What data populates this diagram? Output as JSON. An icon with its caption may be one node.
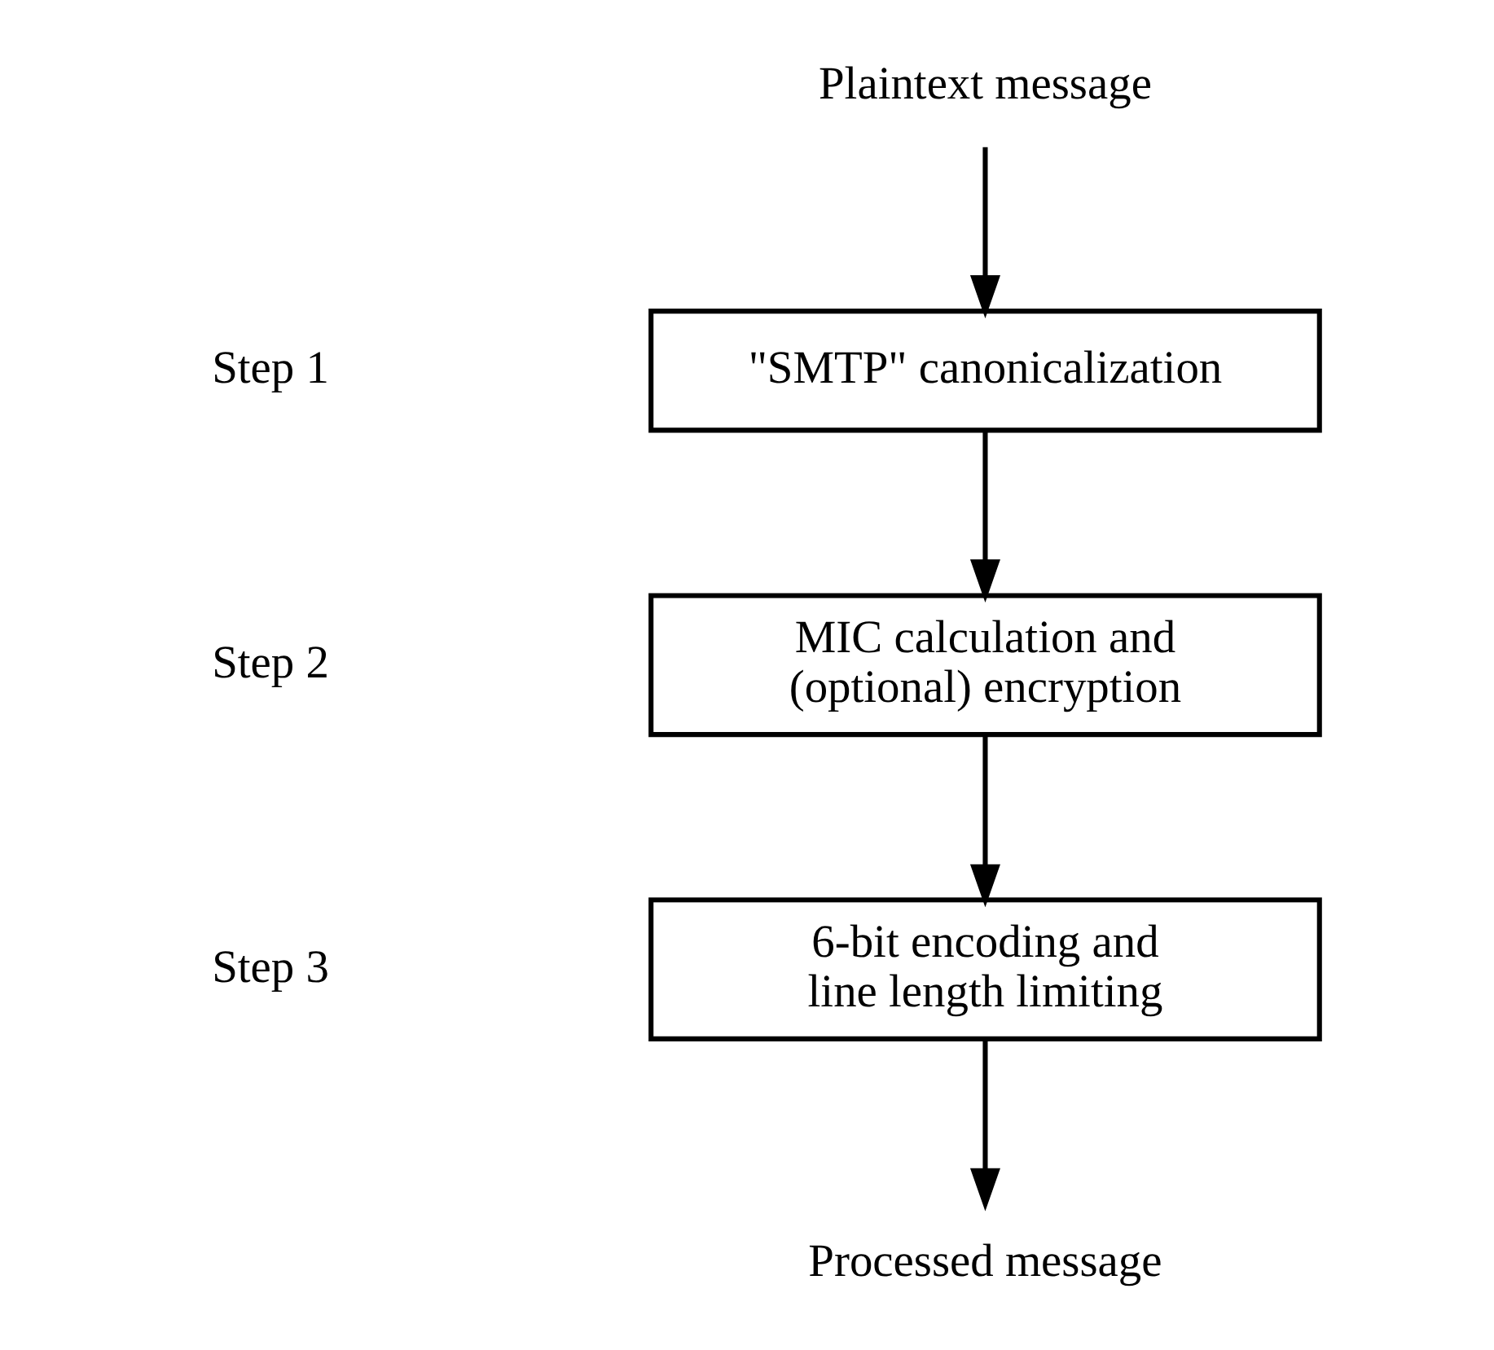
{
  "diagram": {
    "nodes": [
      {
        "text": [
          "Plaintext message"
        ]
      },
      {
        "text": [
          "\"SMTP\" canonicalization"
        ]
      },
      {
        "text": [
          "MIC calculation and (optional) encryption"
        ]
      },
      {
        "text": [
          "6-bit encoding and line length limiting"
        ]
      },
      {
        "text": [
          "Processed message"
        ]
      }
    ],
    "edges": [
      {
        "from": 0,
        "to": 1,
        "arrow": "to"
      },
      {
        "from": 1,
        "to": 2,
        "arrow": "to"
      },
      {
        "from": 2,
        "to": 3,
        "arrow": "to"
      },
      {
        "from": 3,
        "to": 4,
        "arrow": "to"
      }
    ],
    "labels": [
      "Step 1",
      "Step 2",
      "Step 3"
    ]
  }
}
